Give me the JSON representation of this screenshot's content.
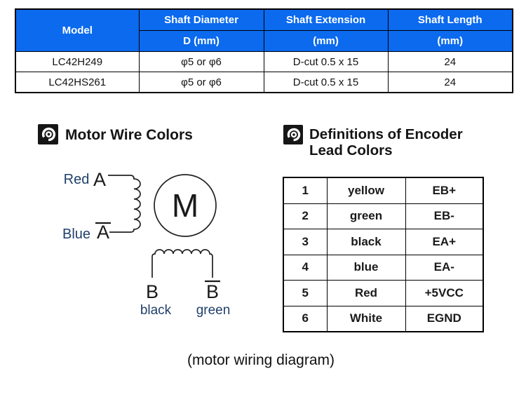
{
  "spec_table": {
    "header": {
      "model": "Model",
      "columns": [
        {
          "line1": "Shaft Diameter",
          "line2": "D (mm)"
        },
        {
          "line1": "Shaft Extension",
          "line2": "(mm)"
        },
        {
          "line1": "Shaft Length",
          "line2": "(mm)"
        }
      ]
    },
    "rows": [
      {
        "model": "LC42H249",
        "diameter": "φ5 or φ6",
        "extension": "D-cut 0.5 x 15",
        "length": "24"
      },
      {
        "model": "LC42HS261",
        "diameter": "φ5 or φ6",
        "extension": "D-cut 0.5 x 15",
        "length": "24"
      }
    ]
  },
  "motor_section": {
    "title": "Motor Wire Colors",
    "diagram": {
      "phase_a_wire_color": "Red",
      "phase_a_label": "A",
      "phase_a_bar_wire_color": "Blue",
      "phase_a_bar_label": "A",
      "motor_symbol": "M",
      "phase_b_label": "B",
      "phase_b_bar_label": "B",
      "phase_b_wire_color": "black",
      "phase_b_bar_wire_color": "green"
    }
  },
  "encoder_section": {
    "title": "Definitions of Encoder Lead Colors",
    "table": {
      "rows": [
        {
          "pin": "1",
          "color": "yellow",
          "signal": "EB+"
        },
        {
          "pin": "2",
          "color": "green",
          "signal": "EB-"
        },
        {
          "pin": "3",
          "color": "black",
          "signal": "EA+"
        },
        {
          "pin": "4",
          "color": "blue",
          "signal": "EA-"
        },
        {
          "pin": "5",
          "color": "Red",
          "signal": "+5VCC"
        },
        {
          "pin": "6",
          "color": "White",
          "signal": "EGND"
        }
      ]
    }
  },
  "caption": "(motor wiring diagram)",
  "colors": {
    "table_header_blue": "#0B6AEE",
    "header_text_white": "#FFFFFF",
    "wire_label_navy": "#21406B",
    "diagram_line": "#222222"
  }
}
